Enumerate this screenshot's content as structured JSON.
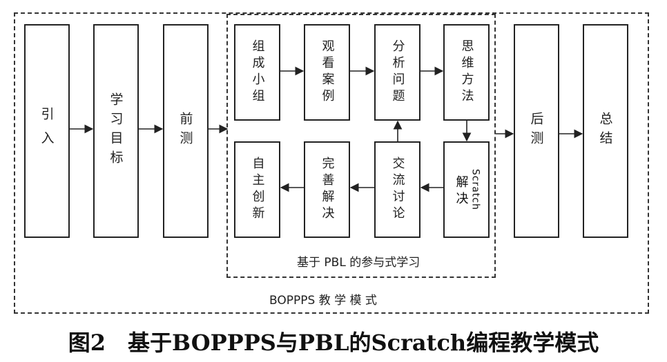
{
  "outer_steps": {
    "s1": "引入",
    "s2": "学习目标",
    "s3": "前测",
    "s4": "后测",
    "s5": "总结"
  },
  "pbl_steps": {
    "p1": "组成小组",
    "p2": "观看案例",
    "p3": "分析问题",
    "p4": "思维方法",
    "p5_en": "Scratch",
    "p5_cn": "解决",
    "p6": "交流讨论",
    "p7": "完善解决",
    "p8": "自主创新"
  },
  "labels": {
    "pbl_group": "基于 PBL 的参与式学习",
    "bopps_group": "BOPPPS 教 学 模 式"
  },
  "caption": "图2　基于BOPPPS与PBL的Scratch编程教学模式",
  "colors": {
    "stroke": "#222222",
    "background": "#ffffff"
  }
}
